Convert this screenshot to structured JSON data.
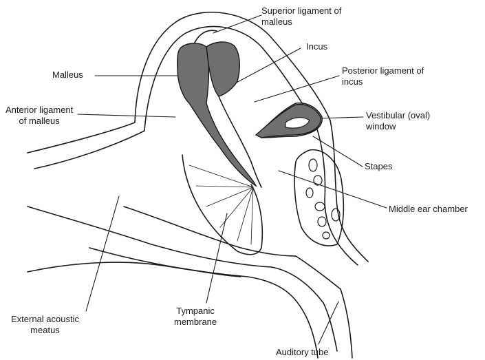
{
  "colors": {
    "ink": "#1a1a1a",
    "ossicle_fill": "#6f6f6f",
    "background": "#ffffff"
  },
  "labels": {
    "superior_ligament": {
      "line1": "Superior ligament of",
      "line2": "malleus"
    },
    "incus": "Incus",
    "malleus": "Malleus",
    "posterior_ligament": {
      "line1": "Posterior ligament of",
      "line2": "incus"
    },
    "anterior_ligament": {
      "line1": "Anterior ligament",
      "line2": "of malleus"
    },
    "vestibular_window": {
      "line1": "Vestibular (oval)",
      "line2": "window"
    },
    "stapes": "Stapes",
    "middle_ear_chamber": "Middle ear chamber",
    "external_meatus": {
      "line1": "External acoustic",
      "line2": "meatus"
    },
    "tympanic_membrane": {
      "line1": "Tympanic",
      "line2": "membrane"
    },
    "auditory_tube": "Auditory tube"
  }
}
